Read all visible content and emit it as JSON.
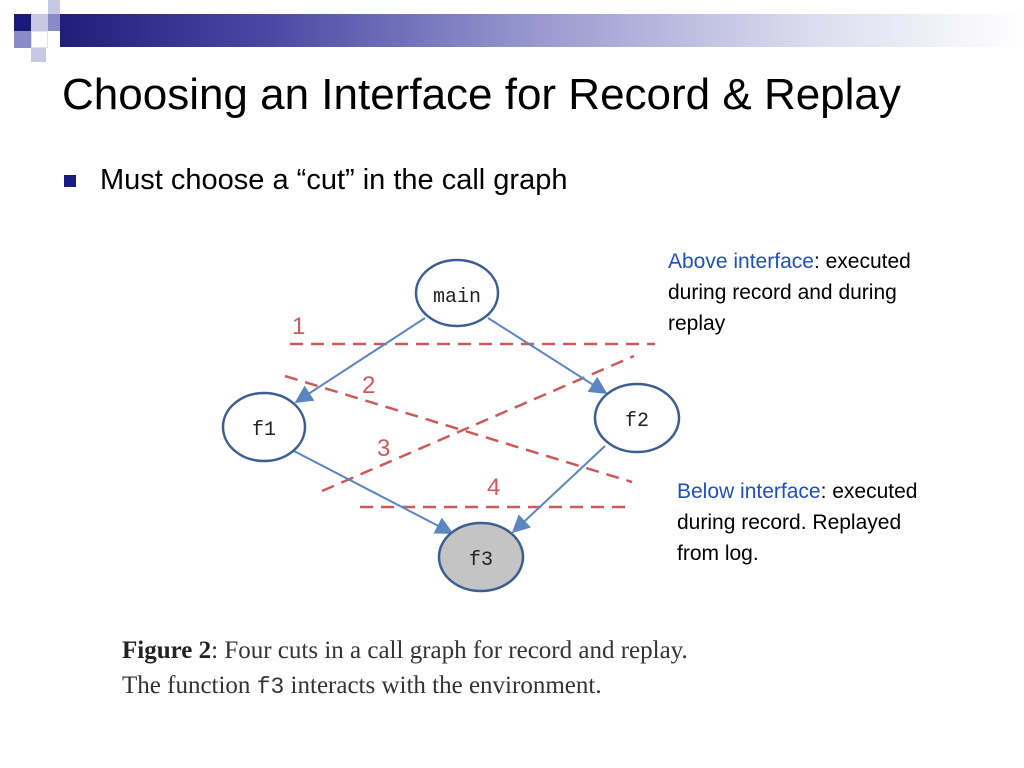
{
  "slide": {
    "title": "Choosing an Interface for Record & Replay",
    "bullet": "Must choose a “cut” in the call graph"
  },
  "diagram": {
    "nodes": [
      {
        "id": "main",
        "label": "main"
      },
      {
        "id": "f1",
        "label": "f1"
      },
      {
        "id": "f2",
        "label": "f2"
      },
      {
        "id": "f3",
        "label": "f3"
      }
    ],
    "edges": [
      {
        "from": "main",
        "to": "f1"
      },
      {
        "from": "main",
        "to": "f2"
      },
      {
        "from": "f1",
        "to": "f3"
      },
      {
        "from": "f2",
        "to": "f3"
      }
    ],
    "cuts": [
      {
        "label": "1"
      },
      {
        "label": "2"
      },
      {
        "label": "3"
      },
      {
        "label": "4"
      }
    ]
  },
  "notes": {
    "above": {
      "highlight": "Above interface",
      "line1_rest": ": executed",
      "line2": "during record and during",
      "line3": "replay"
    },
    "below": {
      "highlight": "Below interface",
      "line1_rest": ": executed",
      "line2": "during record. Replayed",
      "line3": "from log."
    }
  },
  "caption": {
    "figure_label": "Figure 2",
    "line1_rest": ": Four cuts in a call graph for record and replay.",
    "line2_pre": "The function ",
    "line2_code": "f3",
    "line2_post": " interacts with the environment."
  },
  "colors": {
    "node_stroke": "#3c5e90",
    "edge": "#5b86c0",
    "cut": "#cc5a5a",
    "highlight": "#1f4fbf",
    "f3_fill": "#c4c4c4"
  }
}
